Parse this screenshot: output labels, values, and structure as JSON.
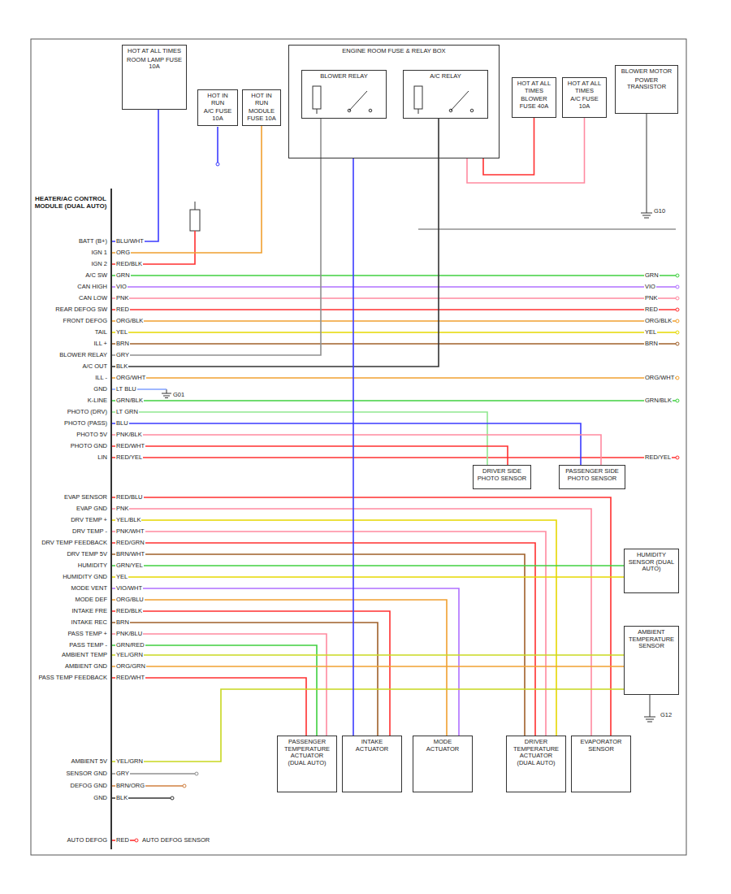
{
  "diagram": {
    "nodes": [
      {
        "text": [
          "HOT AT ALL TIMES",
          "ROOM LAMP FUSE 10A"
        ]
      },
      {
        "text": [
          "HOT IN RUN",
          "A/C FUSE 10A"
        ]
      },
      {
        "text": [
          "HOT IN RUN",
          "MODULE FUSE 10A"
        ]
      },
      {
        "text": [
          "ENGINE ROOM FUSE & RELAY BOX"
        ]
      },
      {
        "text": [
          "BLOWER RELAY"
        ],
        "in": 3
      },
      {
        "text": [
          "A/C RELAY"
        ],
        "in": 3
      },
      {
        "text": [
          "HOT AT ALL TIMES",
          "BLOWER FUSE 40A"
        ]
      },
      {
        "text": [
          "HOT AT ALL TIMES",
          "A/C FUSE 10A"
        ]
      },
      {
        "text": [
          "BLOWER MOTOR",
          "POWER TRANSISTOR"
        ]
      },
      {
        "text": [
          "HEATER/AC CONTROL MODULE (DUAL AUTO)"
        ]
      },
      {
        "text": [
          "DRIVER SIDE PHOTO SENSOR"
        ]
      },
      {
        "text": [
          "PASSENGER SIDE PHOTO SENSOR"
        ]
      },
      {
        "text": [
          "HUMIDITY SENSOR (DUAL AUTO)"
        ]
      },
      {
        "text": [
          "AMBIENT TEMPERATURE SENSOR"
        ]
      },
      {
        "text": [
          "PASSENGER TEMPERATURE ACTUATOR (DUAL AUTO)"
        ]
      },
      {
        "text": [
          "INTAKE ACTUATOR"
        ]
      },
      {
        "text": [
          "MODE ACTUATOR"
        ]
      },
      {
        "text": [
          "DRIVER TEMPERATURE ACTUATOR (DUAL AUTO)"
        ]
      },
      {
        "text": [
          "EVAPORATOR SENSOR"
        ]
      }
    ],
    "edges": [
      {
        "from": 9,
        "to": 0,
        "arrow": "none"
      },
      {
        "from": 9,
        "to": 2,
        "arrow": "none"
      },
      {
        "from": 9,
        "to": 4,
        "arrow": "none"
      },
      {
        "from": 9,
        "to": 5,
        "arrow": "none"
      },
      {
        "from": 9,
        "to": 10,
        "arrow": "none"
      },
      {
        "from": 9,
        "to": 11,
        "arrow": "none"
      },
      {
        "from": 9,
        "to": 11,
        "arrow": "none"
      },
      {
        "from": 9,
        "to": 10,
        "arrow": "none"
      },
      {
        "from": 9,
        "to": 18,
        "arrow": "none"
      },
      {
        "from": 9,
        "to": 18,
        "arrow": "none"
      },
      {
        "from": 9,
        "to": 17,
        "arrow": "none"
      },
      {
        "from": 9,
        "to": 17,
        "arrow": "none"
      },
      {
        "from": 9,
        "to": 17,
        "arrow": "none"
      },
      {
        "from": 9,
        "to": 17,
        "arrow": "none"
      },
      {
        "from": 9,
        "to": 12,
        "arrow": "none"
      },
      {
        "from": 9,
        "to": 12,
        "arrow": "none"
      },
      {
        "from": 9,
        "to": 16,
        "arrow": "none"
      },
      {
        "from": 9,
        "to": 16,
        "arrow": "none"
      },
      {
        "from": 9,
        "to": 15,
        "arrow": "none"
      },
      {
        "from": 9,
        "to": 15,
        "arrow": "none"
      },
      {
        "from": 9,
        "to": 14,
        "arrow": "none"
      },
      {
        "from": 9,
        "to": 14,
        "arrow": "none"
      },
      {
        "from": 9,
        "to": 13,
        "arrow": "none"
      },
      {
        "from": 9,
        "to": 13,
        "arrow": "none"
      },
      {
        "from": 9,
        "to": 14,
        "arrow": "none"
      },
      {
        "from": 9,
        "to": 13,
        "arrow": "none"
      },
      {
        "from": 3,
        "to": 15,
        "arrow": "none"
      },
      {
        "from": 6,
        "to": 3,
        "arrow": "none"
      },
      {
        "from": 7,
        "to": 3,
        "arrow": "none"
      }
    ],
    "labels": [
      "BATT (B+)",
      "IGN 1",
      "IGN 2",
      "A/C SW",
      "CAN HIGH",
      "CAN LOW",
      "REAR DEFOG SW",
      "FRONT DEFOG",
      "TAIL",
      "ILL +",
      "BLOWER RELAY",
      "A/C OUT",
      "ILL -",
      "GND",
      "K-LINE",
      "PHOTO (DRV)",
      "PHOTO (PASS)",
      "PHOTO 5V",
      "PHOTO GND",
      "LIN",
      "EVAP SENSOR",
      "EVAP GND",
      "DRV TEMP +",
      "DRV TEMP -",
      "DRV TEMP FEEDBACK",
      "DRV TEMP 5V",
      "HUMIDITY",
      "HUMIDITY GND",
      "MODE VENT",
      "MODE DEF",
      "INTAKE FRE",
      "INTAKE REC",
      "PASS TEMP +",
      "PASS TEMP -",
      "AMBIENT TEMP",
      "AMBIENT GND",
      "PASS TEMP FEEDBACK",
      "AMBIENT 5V",
      "SENSOR GND",
      "DEFOG GND",
      "GND",
      "AUTO DEFOG",
      "BLU/WHT",
      "ORG",
      "RED/BLK",
      "GRN",
      "VIO",
      "PNK",
      "RED",
      "ORG/BLK",
      "YEL",
      "BRN",
      "GRY",
      "BLK",
      "ORG/WHT",
      "LT BLU",
      "GRN/BLK",
      "LT GRN",
      "BLU",
      "PNK/BLK",
      "RED/WHT",
      "RED/YEL",
      "RED/BLU",
      "PNK",
      "YEL/BLK",
      "PNK/WHT",
      "RED/GRN",
      "BRN/WHT",
      "GRN/YEL",
      "YEL",
      "VIO/WHT",
      "ORG/BLU",
      "RED/BLK",
      "BRN",
      "PNK/BLU",
      "GRN/RED",
      "YEL/GRN",
      "ORG/GRN",
      "RED/WHT",
      "YEL/GRN",
      "GRY",
      "BRN/ORG",
      "BLK",
      "RED",
      "GRN",
      "VIO",
      "PNK",
      "RED",
      "ORG/BLK",
      "YEL",
      "BRN",
      "ORG/WHT",
      "GRN/BLK",
      "RED/YEL",
      "G01",
      "AUTO DEFOG SENSOR",
      "G10",
      "G12"
    ]
  }
}
